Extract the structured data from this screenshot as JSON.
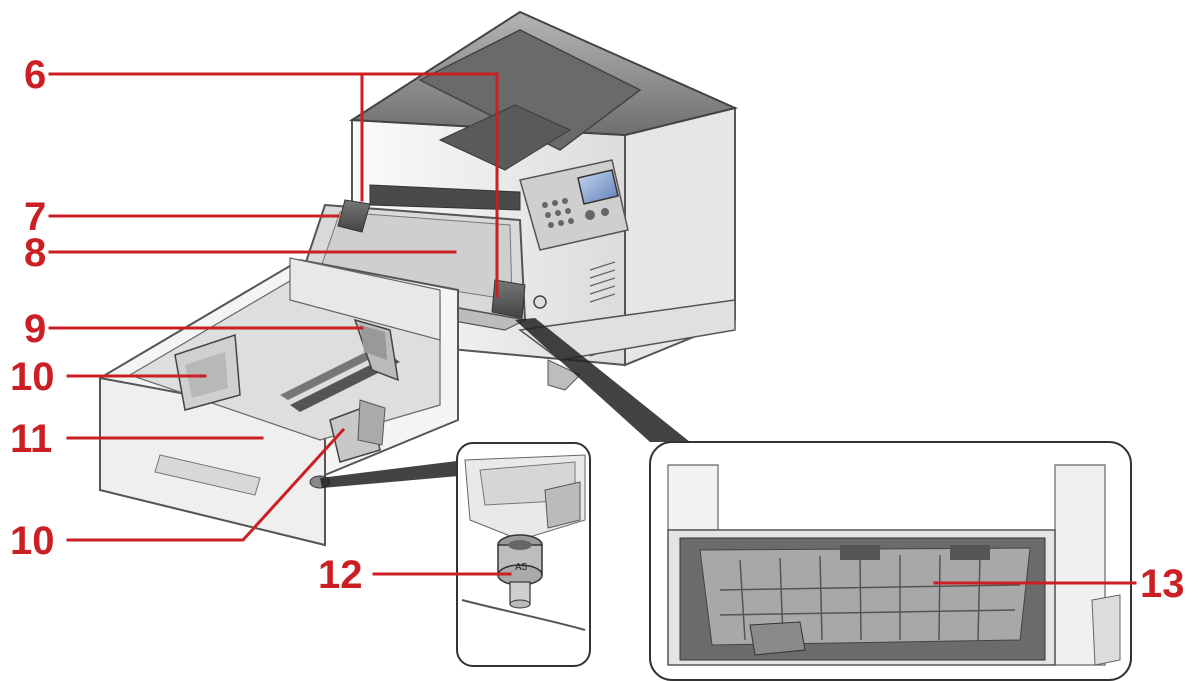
{
  "callouts": [
    {
      "id": "c6",
      "label": "6"
    },
    {
      "id": "c7",
      "label": "7"
    },
    {
      "id": "c8",
      "label": "8"
    },
    {
      "id": "c9",
      "label": "9"
    },
    {
      "id": "c10a",
      "label": "10"
    },
    {
      "id": "c11",
      "label": "11"
    },
    {
      "id": "c10b",
      "label": "10"
    },
    {
      "id": "c12",
      "label": "12"
    },
    {
      "id": "c13",
      "label": "13"
    }
  ],
  "dial_marking": "A5",
  "colors": {
    "callout": "#cc1f24",
    "printer_top": "#8a8a8a",
    "printer_body": "#f2f2f2",
    "outline": "#555555"
  },
  "icons": [
    "printer-illustration",
    "paper-cassette-illustration",
    "size-dial-detail",
    "rear-unit-detail"
  ]
}
